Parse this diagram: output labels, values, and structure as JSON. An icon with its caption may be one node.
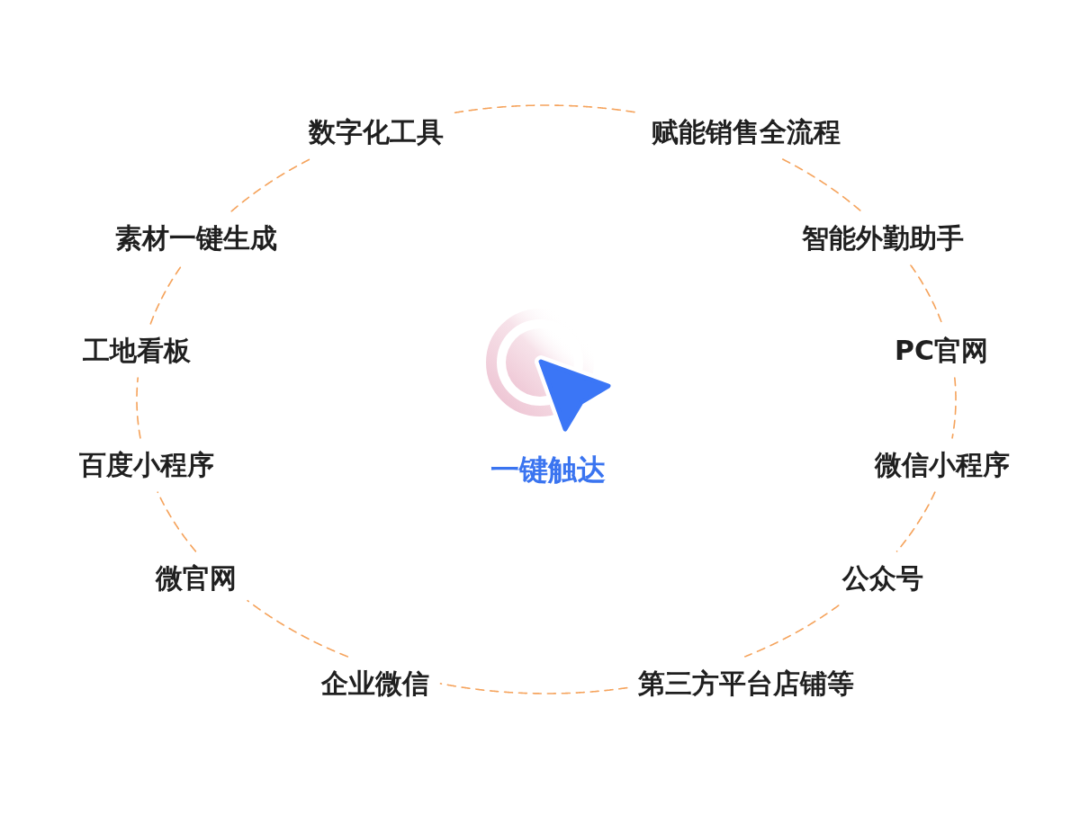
{
  "diagram": {
    "nodes": [
      {
        "text": [
          "数字化工具"
        ]
      },
      {
        "text": [
          "赋能销售全流程"
        ]
      },
      {
        "text": [
          "素材一键生成"
        ]
      },
      {
        "text": [
          "智能外勤助手"
        ]
      },
      {
        "text": [
          "工地看板"
        ]
      },
      {
        "text": [
          "PC官网"
        ]
      },
      {
        "text": [
          "百度小程序"
        ]
      },
      {
        "text": [
          "微信小程序"
        ]
      },
      {
        "text": [
          "微官网"
        ]
      },
      {
        "text": [
          "公众号"
        ]
      },
      {
        "text": [
          "企业微信"
        ]
      },
      {
        "text": [
          "第三方平台店铺等"
        ]
      }
    ],
    "edges": [
      {
        "from": 0,
        "to": 1,
        "arrow": "none",
        "style": "dashed"
      },
      {
        "from": 1,
        "to": 3,
        "arrow": "none",
        "style": "dashed"
      },
      {
        "from": 3,
        "to": 5,
        "arrow": "none",
        "style": "dashed"
      },
      {
        "from": 5,
        "to": 7,
        "arrow": "none",
        "style": "dashed"
      },
      {
        "from": 7,
        "to": 9,
        "arrow": "none",
        "style": "dashed"
      },
      {
        "from": 9,
        "to": 11,
        "arrow": "none",
        "style": "dashed"
      },
      {
        "from": 11,
        "to": 10,
        "arrow": "none",
        "style": "dashed"
      },
      {
        "from": 10,
        "to": 8,
        "arrow": "none",
        "style": "dashed"
      },
      {
        "from": 8,
        "to": 6,
        "arrow": "none",
        "style": "dashed"
      },
      {
        "from": 6,
        "to": 4,
        "arrow": "none",
        "style": "dashed"
      },
      {
        "from": 4,
        "to": 2,
        "arrow": "none",
        "style": "dashed"
      },
      {
        "from": 2,
        "to": 0,
        "arrow": "none",
        "style": "dashed"
      }
    ],
    "labels": [
      "一键触达"
    ]
  }
}
